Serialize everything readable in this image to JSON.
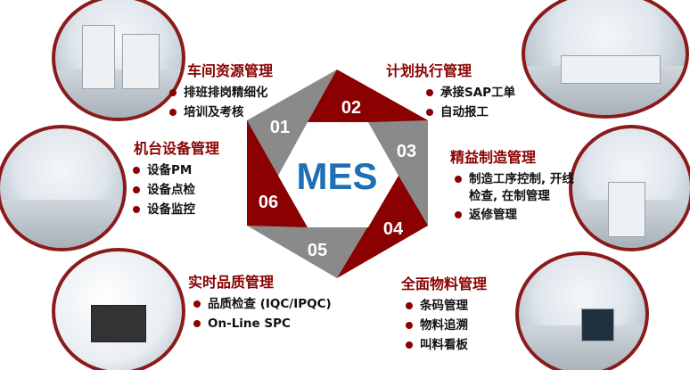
{
  "center": {
    "label": "MES",
    "color": "#1f6fb5"
  },
  "colors": {
    "red": "#8b0000",
    "gray": "#8a8a8a"
  },
  "segments": [
    "01",
    "02",
    "03",
    "04",
    "05",
    "06"
  ],
  "modules": [
    {
      "title": "车间资源管理",
      "items": [
        "排班排岗精细化",
        "培训及考核"
      ]
    },
    {
      "title": "计划执行管理",
      "items": [
        "承接SAP工单",
        "自动报工"
      ]
    },
    {
      "title": "精益制造管理",
      "items": [
        "制造工序控制, 开线检查, 在制管理",
        "返修管理"
      ]
    },
    {
      "title": "全面物料管理",
      "items": [
        "条码管理",
        "物料追溯",
        "叫料看板"
      ]
    },
    {
      "title": "实时品质管理",
      "items": [
        "品质检查 (IQC/IPQC)",
        "On-Line SPC"
      ]
    },
    {
      "title": "机台设备管理",
      "items": [
        "设备PM",
        "设备点检",
        "设备监控"
      ]
    }
  ]
}
